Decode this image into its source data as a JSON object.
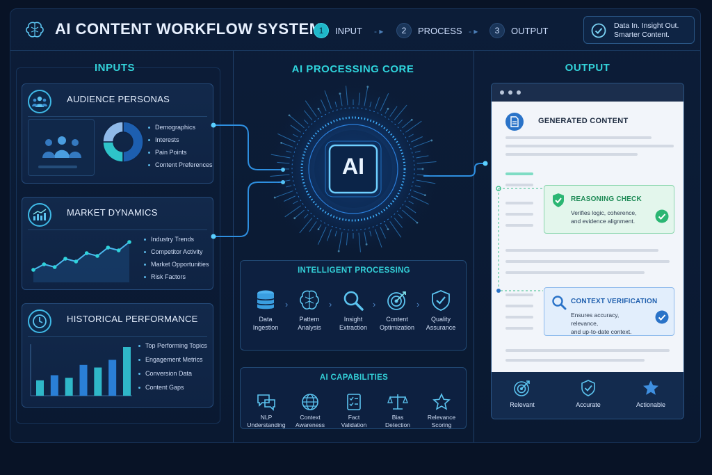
{
  "header": {
    "title": "AI CONTENT WORKFLOW SYSTEM",
    "steps": [
      {
        "num": "1",
        "label": "INPUT"
      },
      {
        "num": "2",
        "label": "PROCESS"
      },
      {
        "num": "3",
        "label": "OUTPUT"
      }
    ],
    "tagline_line1": "Data In.  Insight Out.",
    "tagline_line2": "Smarter Content."
  },
  "inputs": {
    "title": "INPUTS",
    "cards": [
      {
        "title": "AUDIENCE PERSONAS",
        "bullets": [
          "Demographics",
          "Interests",
          "Pain Points",
          "Content Preferences"
        ]
      },
      {
        "title": "MARKET DYNAMICS",
        "bullets": [
          "Industry Trends",
          "Competitor Activity",
          "Market Opportunities",
          "Risk Factors"
        ]
      },
      {
        "title": "HISTORICAL PERFORMANCE",
        "bullets": [
          "Top Performing Topics",
          "Engagement Metrics",
          "Conversion Data",
          "Content Gaps"
        ]
      }
    ]
  },
  "core": {
    "title": "AI PROCESSING CORE",
    "chip": "AI",
    "processing": {
      "title": "INTELLIGENT PROCESSING",
      "steps": [
        {
          "line1": "Data",
          "line2": "Ingestion",
          "icon": "database-icon"
        },
        {
          "line1": "Pattern",
          "line2": "Analysis",
          "icon": "brain-icon"
        },
        {
          "line1": "Insight",
          "line2": "Extraction",
          "icon": "magnifier-icon"
        },
        {
          "line1": "Content",
          "line2": "Optimization",
          "icon": "target-icon"
        },
        {
          "line1": "Quality",
          "line2": "Assurance",
          "icon": "shield-check-icon"
        }
      ]
    },
    "capabilities": {
      "title": "AI CAPABILITIES",
      "items": [
        {
          "line1": "NLP",
          "line2": "Understanding",
          "icon": "chat-bubbles-icon"
        },
        {
          "line1": "Context",
          "line2": "Awareness",
          "icon": "globe-icon"
        },
        {
          "line1": "Fact",
          "line2": "Validation",
          "icon": "checklist-icon"
        },
        {
          "line1": "Bias",
          "line2": "Detection",
          "icon": "scales-icon"
        },
        {
          "line1": "Relevance",
          "line2": "Scoring",
          "icon": "star-icon"
        }
      ]
    }
  },
  "output": {
    "title": "OUTPUT",
    "doc_title": "GENERATED CONTENT",
    "reasoning": {
      "title": "REASONING CHECK",
      "desc1": "Verifies logic, coherence,",
      "desc2": "and evidence alignment."
    },
    "context": {
      "title": "CONTEXT VERIFICATION",
      "desc1": "Ensures accuracy, relevance,",
      "desc2": "and up-to-date context."
    },
    "footer": [
      {
        "label": "Relevant",
        "icon": "target-icon"
      },
      {
        "label": "Accurate",
        "icon": "shield-check-icon"
      },
      {
        "label": "Actionable",
        "icon": "star-icon"
      }
    ]
  },
  "colors": {
    "accent_teal": "#33d2d9",
    "accent_blue": "#2a9df4",
    "background": "#081326",
    "check_green": "#2bb673",
    "check_blue": "#2a73c8"
  },
  "chart_data": [
    {
      "type": "pie",
      "card": "AUDIENCE PERSONAS",
      "values": [
        50,
        25,
        25
      ],
      "colors": [
        "#1d5fb0",
        "#2ec3c9",
        "#8fb9e8"
      ]
    },
    {
      "type": "line",
      "card": "MARKET DYNAMICS",
      "values": [
        2,
        3,
        2.5,
        4,
        3.5,
        5,
        4.5,
        6,
        5.5,
        7
      ]
    },
    {
      "type": "bar",
      "card": "HISTORICAL PERFORMANCE",
      "values": [
        3,
        4,
        3.5,
        6,
        5.5,
        7,
        9.5
      ]
    }
  ]
}
